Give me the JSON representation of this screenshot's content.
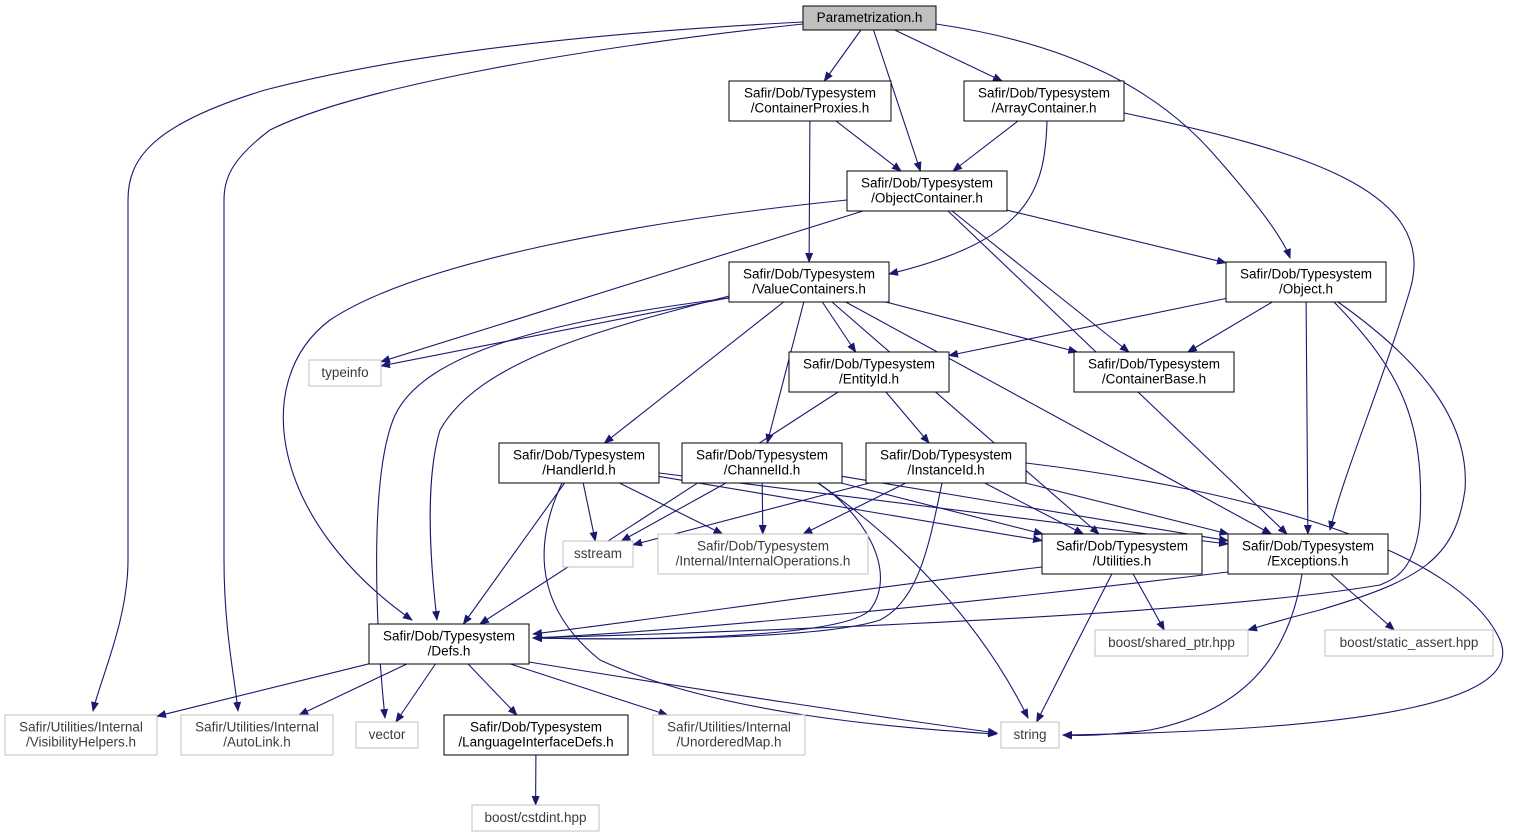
{
  "colors": {
    "edge": "#191970",
    "root_fill": "#bfbfbf",
    "node_border": "#000000",
    "external_border": "#bfbfbf",
    "background": "#ffffff"
  },
  "nodes": [
    {
      "id": "parametrization",
      "lines": [
        "Parametrization.h"
      ],
      "kind": "root"
    },
    {
      "id": "containerproxies",
      "lines": [
        "Safir/Dob/Typesystem",
        "/ContainerProxies.h"
      ],
      "kind": "internal"
    },
    {
      "id": "arraycontainer",
      "lines": [
        "Safir/Dob/Typesystem",
        "/ArrayContainer.h"
      ],
      "kind": "internal"
    },
    {
      "id": "objectcontainer",
      "lines": [
        "Safir/Dob/Typesystem",
        "/ObjectContainer.h"
      ],
      "kind": "internal"
    },
    {
      "id": "valuecontainers",
      "lines": [
        "Safir/Dob/Typesystem",
        "/ValueContainers.h"
      ],
      "kind": "internal"
    },
    {
      "id": "object",
      "lines": [
        "Safir/Dob/Typesystem",
        "/Object.h"
      ],
      "kind": "internal"
    },
    {
      "id": "typeinfo",
      "lines": [
        "typeinfo"
      ],
      "kind": "external"
    },
    {
      "id": "entityid",
      "lines": [
        "Safir/Dob/Typesystem",
        "/EntityId.h"
      ],
      "kind": "internal"
    },
    {
      "id": "containerbase",
      "lines": [
        "Safir/Dob/Typesystem",
        "/ContainerBase.h"
      ],
      "kind": "internal"
    },
    {
      "id": "handlerid",
      "lines": [
        "Safir/Dob/Typesystem",
        "/HandlerId.h"
      ],
      "kind": "internal"
    },
    {
      "id": "channelid",
      "lines": [
        "Safir/Dob/Typesystem",
        "/ChannelId.h"
      ],
      "kind": "internal"
    },
    {
      "id": "instanceid",
      "lines": [
        "Safir/Dob/Typesystem",
        "/InstanceId.h"
      ],
      "kind": "internal"
    },
    {
      "id": "sstream",
      "lines": [
        "sstream"
      ],
      "kind": "external"
    },
    {
      "id": "internalops",
      "lines": [
        "Safir/Dob/Typesystem",
        "/Internal/InternalOperations.h"
      ],
      "kind": "external"
    },
    {
      "id": "utilities",
      "lines": [
        "Safir/Dob/Typesystem",
        "/Utilities.h"
      ],
      "kind": "internal"
    },
    {
      "id": "exceptions",
      "lines": [
        "Safir/Dob/Typesystem",
        "/Exceptions.h"
      ],
      "kind": "internal"
    },
    {
      "id": "defs",
      "lines": [
        "Safir/Dob/Typesystem",
        "/Defs.h"
      ],
      "kind": "internal"
    },
    {
      "id": "sharedptr",
      "lines": [
        "boost/shared_ptr.hpp"
      ],
      "kind": "external"
    },
    {
      "id": "staticassert",
      "lines": [
        "boost/static_assert.hpp"
      ],
      "kind": "external"
    },
    {
      "id": "visibility",
      "lines": [
        "Safir/Utilities/Internal",
        "/VisibilityHelpers.h"
      ],
      "kind": "external"
    },
    {
      "id": "autolink",
      "lines": [
        "Safir/Utilities/Internal",
        "/AutoLink.h"
      ],
      "kind": "external"
    },
    {
      "id": "vector",
      "lines": [
        "vector"
      ],
      "kind": "external"
    },
    {
      "id": "langiface",
      "lines": [
        "Safir/Dob/Typesystem",
        "/LanguageInterfaceDefs.h"
      ],
      "kind": "internal"
    },
    {
      "id": "unorderedmap",
      "lines": [
        "Safir/Utilities/Internal",
        "/UnorderedMap.h"
      ],
      "kind": "external"
    },
    {
      "id": "string",
      "lines": [
        "string"
      ],
      "kind": "external"
    },
    {
      "id": "cstdint",
      "lines": [
        "boost/cstdint.hpp"
      ],
      "kind": "external"
    }
  ],
  "edges": [
    [
      "parametrization",
      "containerproxies"
    ],
    [
      "parametrization",
      "arraycontainer"
    ],
    [
      "parametrization",
      "objectcontainer"
    ],
    [
      "parametrization",
      "object"
    ],
    [
      "parametrization",
      "visibility"
    ],
    [
      "parametrization",
      "autolink"
    ],
    [
      "containerproxies",
      "objectcontainer"
    ],
    [
      "containerproxies",
      "valuecontainers"
    ],
    [
      "arraycontainer",
      "objectcontainer"
    ],
    [
      "arraycontainer",
      "valuecontainers"
    ],
    [
      "arraycontainer",
      "exceptions"
    ],
    [
      "objectcontainer",
      "object"
    ],
    [
      "objectcontainer",
      "containerbase"
    ],
    [
      "objectcontainer",
      "exceptions"
    ],
    [
      "objectcontainer",
      "typeinfo"
    ],
    [
      "objectcontainer",
      "defs"
    ],
    [
      "valuecontainers",
      "typeinfo"
    ],
    [
      "valuecontainers",
      "entityid"
    ],
    [
      "valuecontainers",
      "containerbase"
    ],
    [
      "valuecontainers",
      "handlerid"
    ],
    [
      "valuecontainers",
      "channelid"
    ],
    [
      "valuecontainers",
      "utilities"
    ],
    [
      "valuecontainers",
      "exceptions"
    ],
    [
      "valuecontainers",
      "defs"
    ],
    [
      "valuecontainers",
      "vector"
    ],
    [
      "object",
      "entityid"
    ],
    [
      "object",
      "containerbase"
    ],
    [
      "object",
      "exceptions"
    ],
    [
      "object",
      "defs"
    ],
    [
      "object",
      "sharedptr"
    ],
    [
      "entityid",
      "instanceid"
    ],
    [
      "entityid",
      "defs"
    ],
    [
      "handlerid",
      "sstream"
    ],
    [
      "handlerid",
      "internalops"
    ],
    [
      "handlerid",
      "utilities"
    ],
    [
      "handlerid",
      "exceptions"
    ],
    [
      "handlerid",
      "defs"
    ],
    [
      "handlerid",
      "string"
    ],
    [
      "channelid",
      "sstream"
    ],
    [
      "channelid",
      "internalops"
    ],
    [
      "channelid",
      "utilities"
    ],
    [
      "channelid",
      "exceptions"
    ],
    [
      "channelid",
      "defs"
    ],
    [
      "channelid",
      "string"
    ],
    [
      "instanceid",
      "sstream"
    ],
    [
      "instanceid",
      "internalops"
    ],
    [
      "instanceid",
      "utilities"
    ],
    [
      "instanceid",
      "exceptions"
    ],
    [
      "instanceid",
      "defs"
    ],
    [
      "instanceid",
      "string"
    ],
    [
      "utilities",
      "defs"
    ],
    [
      "utilities",
      "sharedptr"
    ],
    [
      "utilities",
      "string"
    ],
    [
      "exceptions",
      "defs"
    ],
    [
      "exceptions",
      "staticassert"
    ],
    [
      "exceptions",
      "string"
    ],
    [
      "defs",
      "visibility"
    ],
    [
      "defs",
      "autolink"
    ],
    [
      "defs",
      "vector"
    ],
    [
      "defs",
      "langiface"
    ],
    [
      "defs",
      "unorderedmap"
    ],
    [
      "defs",
      "string"
    ],
    [
      "langiface",
      "cstdint"
    ]
  ]
}
